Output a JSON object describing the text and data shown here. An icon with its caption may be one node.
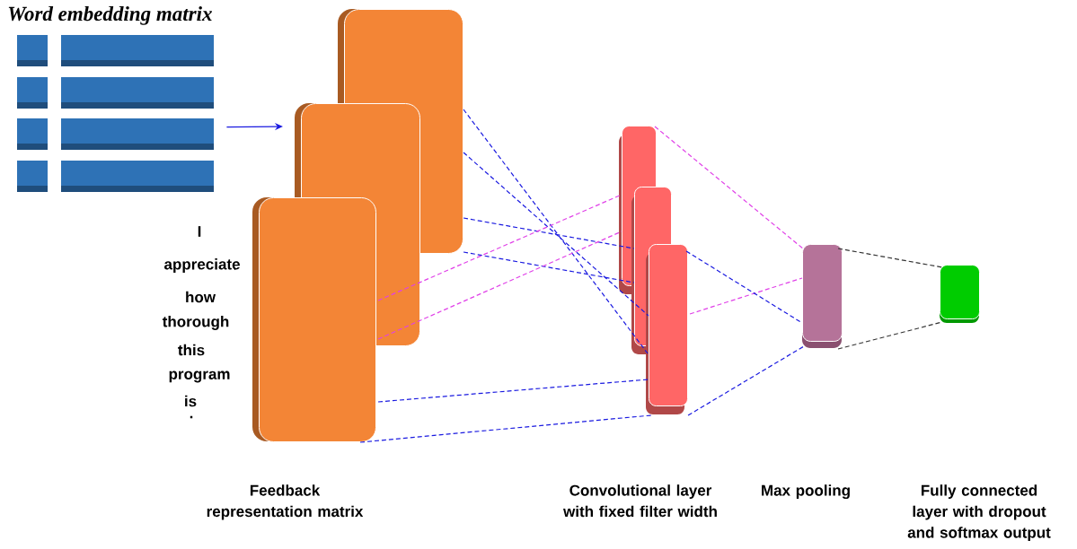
{
  "diagram": {
    "nodes": [
      {
        "text": [
          "Word embedding matrix"
        ]
      },
      {
        "text": [],
        "shape": "box"
      },
      {
        "text": [],
        "shape": "box"
      },
      {
        "text": [],
        "shape": "box"
      },
      {
        "text": [],
        "shape": "box"
      },
      {
        "text": [],
        "shape": "box"
      },
      {
        "text": [],
        "shape": "box"
      },
      {
        "text": [],
        "shape": "box"
      },
      {
        "text": [],
        "shape": "box"
      }
    ],
    "edges": [
      {
        "from": 0,
        "to": 2,
        "arrow": "to"
      },
      {
        "from": 1,
        "to": 5,
        "arrow": "none",
        "style": "dashed"
      },
      {
        "from": 1,
        "to": 5,
        "arrow": "none",
        "style": "dashed"
      },
      {
        "from": 1,
        "to": 4,
        "arrow": "none",
        "style": "dashed"
      },
      {
        "from": 1,
        "to": 4,
        "arrow": "none",
        "style": "dashed"
      },
      {
        "from": 3,
        "to": 6,
        "arrow": "none",
        "style": "dashed"
      },
      {
        "from": 3,
        "to": 6,
        "arrow": "none",
        "style": "dashed"
      },
      {
        "from": 2,
        "to": 4,
        "arrow": "none",
        "style": "dashed",
        "color": "#e040e8"
      },
      {
        "from": 2,
        "to": 4,
        "arrow": "none",
        "style": "dashed",
        "color": "#e040e8"
      },
      {
        "from": 4,
        "to": 7,
        "arrow": "none",
        "style": "dashed",
        "color": "#e040e8"
      },
      {
        "from": 6,
        "to": 7,
        "arrow": "none",
        "style": "dashed",
        "color": "#e040e8"
      },
      {
        "from": 6,
        "to": 7,
        "arrow": "none",
        "style": "dashed"
      },
      {
        "from": 6,
        "to": 7,
        "arrow": "none",
        "style": "dashed"
      },
      {
        "from": 7,
        "to": 8,
        "arrow": "none",
        "style": "dashed",
        "color": "#333333"
      },
      {
        "from": 7,
        "to": 8,
        "arrow": "none",
        "style": "dashed",
        "color": "#333333"
      }
    ],
    "labels": [
      "I",
      "appreciate",
      "how",
      "thorough",
      "this",
      "program",
      "is",
      ".",
      "Feedback representation matrix",
      "Convolutional layer with fixed filter width",
      "Max pooling",
      "Fully connected layer with dropout and softmax output"
    ]
  }
}
